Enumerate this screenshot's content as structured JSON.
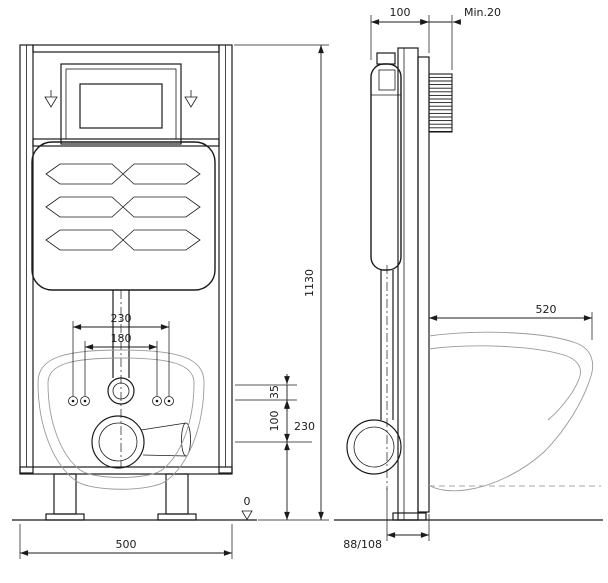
{
  "meta": {
    "colors": {
      "background": "#ffffff",
      "line": "#1b1b1b",
      "thin_outline": "#9a9a9a"
    }
  },
  "front_view": {
    "dim_bolt_outer": "230",
    "dim_bolt_inner": "180",
    "dim_35": "35",
    "dim_100": "100",
    "dim_outlet_height": "230",
    "dim_width": "500",
    "dim_height": "1130",
    "floor_marker": "0"
  },
  "side_view": {
    "dim_depth": "100",
    "dim_min_wall": "Min.20",
    "dim_pan_length": "520",
    "dim_outlet_offset": "88/108"
  }
}
